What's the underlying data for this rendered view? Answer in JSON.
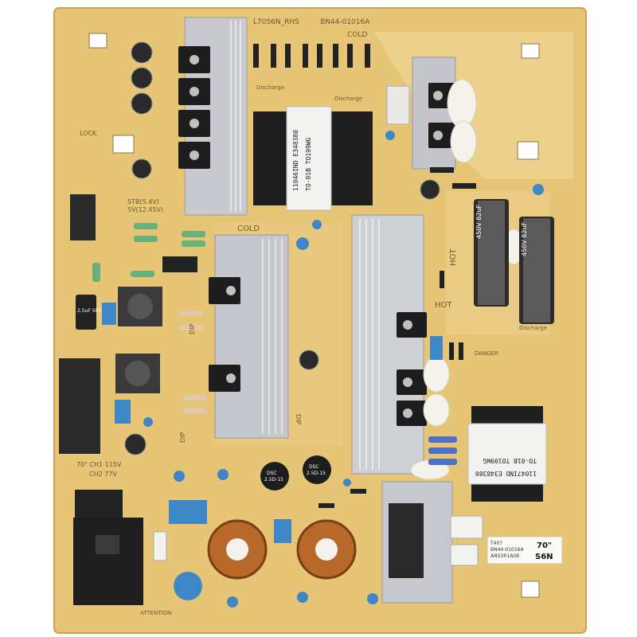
{
  "photo": {
    "subject": "Power supply circuit board",
    "colors": {
      "background": "#ffffff",
      "pcb": "#e8c878",
      "pcb_dark": "#c9a85a",
      "silkscreen": "#6b5a2e",
      "heatsink": "#c8c8cc",
      "capacitor_blue": "#3f86c6",
      "copper": "#b8682a"
    }
  },
  "silkscreen": {
    "model": "L70S6N_RHS",
    "part_number": "BN44-01016A",
    "cold_top": "COLD",
    "cold_mid": "COLD",
    "hot_right": "HOT",
    "hot_mid": "HOT",
    "lock": "LOCK",
    "dip_left": "DIP",
    "dip_mid": "DIP",
    "dip_lower": "DIP",
    "standby": "STB(5.4V)",
    "standby2": "5V(12.45V)",
    "channel1": "70\" CH1 115V",
    "channel2": "CH2 77V",
    "discharge1": "Discharge",
    "discharge2": "Discharge",
    "discharge3": "Discharge",
    "danger": "DANGER",
    "attention": "ATTENTION"
  },
  "transformer_top": {
    "line1": "11046IND E348380",
    "line2": "TO-01B TO199WG"
  },
  "transformer_right": {
    "line1": "11047IND E348380",
    "line2": "TO-01B TO199WG"
  },
  "sticker": {
    "line1": "T407",
    "line2": "BN44-01016A",
    "line3": "ANS3R1A08",
    "size": "70\"",
    "model": "S6N"
  },
  "big_caps": {
    "label1": "450V 82uF",
    "label2": "450V 82uF"
  },
  "small_cap_label": "2.5uF 50V",
  "disc_cap_1": {
    "line1": "DSC",
    "line2": "2.5D-15"
  },
  "disc_cap_2": {
    "line1": "DSC",
    "line2": "2.5D-15"
  }
}
